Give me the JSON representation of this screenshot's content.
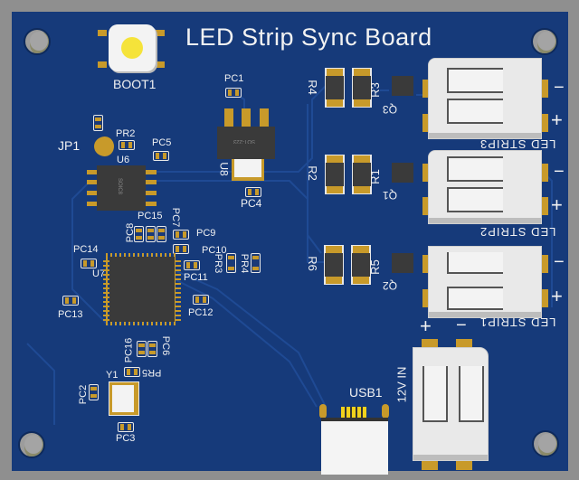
{
  "board": {
    "title": "LED Strip Sync Board",
    "colors": {
      "substrate": "#163a7a",
      "background": "#8f8f8f",
      "pad": "#c89a2a",
      "silkscreen": "#f2f2f2"
    }
  },
  "labels": {
    "boot": "BOOT1",
    "pc1": "PC1",
    "pc2": "PC2",
    "pc3": "PC3",
    "pc4": "PC4",
    "pc5": "PC5",
    "pc6": "PC6",
    "pc7": "PC7",
    "pc8": "PC8",
    "pc9": "PC9",
    "pc10": "PC10",
    "pc11": "PC11",
    "pc12": "PC12",
    "pc13": "PC13",
    "pc14": "PC14",
    "pc15": "PC15",
    "pc16": "PC16",
    "pr2": "PR2",
    "pr3": "PR3",
    "pr4": "PR4",
    "pr5": "PR5",
    "jp1": "JP1",
    "u6": "U6",
    "u7": "U7",
    "u8": "U8",
    "y1": "Y1",
    "u6_marking": "SOIC8",
    "u8_marking": "SOT-223",
    "r1": "R1",
    "r2": "R2",
    "r3": "R3",
    "r4": "R4",
    "r5": "R5",
    "r6": "R6",
    "q1": "Q1",
    "q2": "Q2",
    "q3": "Q3",
    "usb": "USB1",
    "power_in": "12V IN"
  },
  "connectors": [
    {
      "label": "LED STRIP3",
      "minus": "−",
      "plus": "+"
    },
    {
      "label": "LED STRIP2",
      "minus": "−",
      "plus": "+"
    },
    {
      "label": "LED STRIP1",
      "minus": "−",
      "plus": "+"
    }
  ],
  "power": {
    "plus": "+",
    "minus": "−"
  }
}
